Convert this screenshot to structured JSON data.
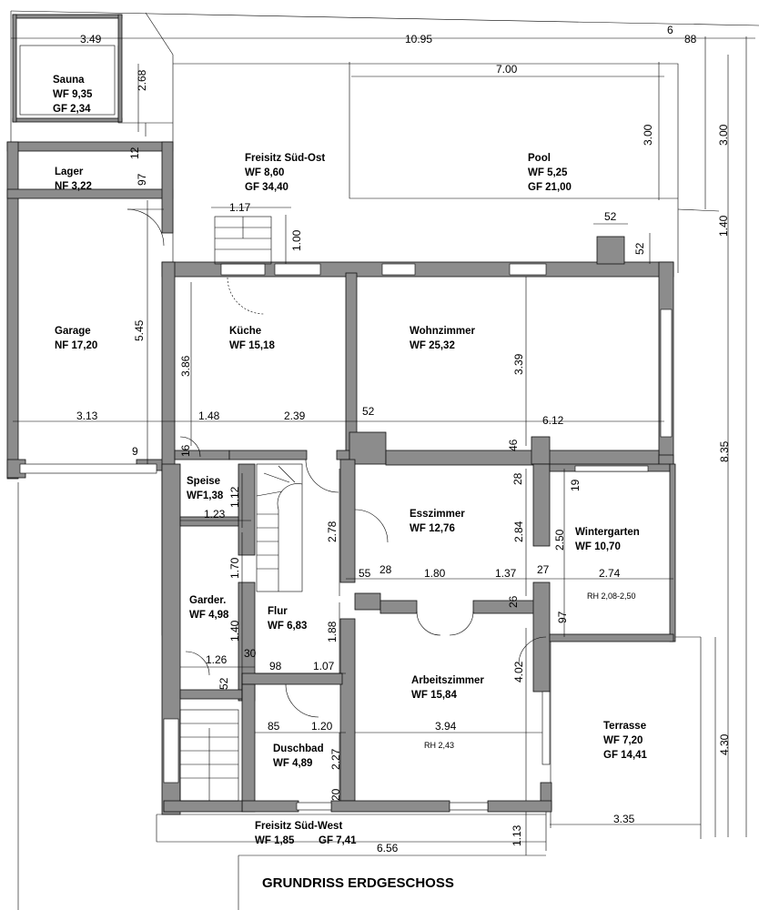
{
  "title": "GRUNDRISS ERDGESCHOSS",
  "rooms": {
    "sauna": {
      "name": "Sauna",
      "l1": "WF 9,35",
      "l2": "GF 2,34"
    },
    "lager": {
      "name": "Lager",
      "l1": "NF 3,22"
    },
    "garage": {
      "name": "Garage",
      "l1": "NF 17,20"
    },
    "freisitz_so": {
      "name": "Freisitz Süd-Ost",
      "l1": "WF  8,60",
      "l2": "GF 34,40"
    },
    "pool": {
      "name": "Pool",
      "l1": "WF  5,25",
      "l2": "GF 21,00"
    },
    "kueche": {
      "name": "Küche",
      "l1": "WF 15,18"
    },
    "wohnzimmer": {
      "name": "Wohnzimmer",
      "l1": "WF 25,32"
    },
    "speise": {
      "name": "Speise",
      "l1": "WF1,38"
    },
    "esszimmer": {
      "name": "Esszimmer",
      "l1": "WF 12,76"
    },
    "wintergarten": {
      "name": "Wintergarten",
      "l1": "WF 10,70",
      "note": "RH  2,08-2,50"
    },
    "garderobe": {
      "name": "Garder.",
      "l1": "WF 4,98"
    },
    "flur": {
      "name": "Flur",
      "l1": "WF 6,83"
    },
    "arbeitszimmer": {
      "name": "Arbeitszimmer",
      "l1": "WF 15,84",
      "note": "RH  2,43"
    },
    "duschbad": {
      "name": "Duschbad",
      "l1": "WF 4,89"
    },
    "terrasse": {
      "name": "Terrasse",
      "l1": "WF  7,20",
      "l2": "GF 14,41"
    },
    "freisitz_sw": {
      "name": "Freisitz Süd-West",
      "l1": "WF 1,85",
      "l2": "GF 7,41"
    }
  },
  "dims": {
    "d_349": "3.49",
    "d_1095": "10.95",
    "d_6": "6",
    "d_88": "88",
    "d_268": "2.68",
    "d_700": "7.00",
    "d_300a": "3.00",
    "d_300b": "3.00",
    "d_12": "12",
    "d_97a": "97",
    "d_117": "1.17",
    "d_100": "1.00",
    "d_52a": "52",
    "d_52b": "52",
    "d_140": "1.40",
    "d_545": "5.45",
    "d_386": "3.86",
    "d_339": "3.39",
    "d_313": "3.13",
    "d_148": "1.48",
    "d_239": "2.39",
    "d_52c": "52",
    "d_612": "6.12",
    "d_835": "8.35",
    "d_9": "9",
    "d_16": "16",
    "d_46": "46",
    "d_28a": "28",
    "d_19": "19",
    "d_112": "1.12",
    "d_123": "1.23",
    "d_278": "2.78",
    "d_284": "2.84",
    "d_250": "2.50",
    "d_55": "55",
    "d_28b": "28",
    "d_180": "1.80",
    "d_137": "1.37",
    "d_27": "27",
    "d_274": "2.74",
    "d_170": "1.70",
    "d_26": "26",
    "d_97b": "97",
    "d_140b": "1.40",
    "d_188": "1.88",
    "d_126": "1.26",
    "d_30": "30",
    "d_98": "98",
    "d_107": "1.07",
    "d_52d": "52",
    "d_402": "4.02",
    "d_85": "85",
    "d_120": "1.20",
    "d_394": "3.94",
    "d_430": "4.30",
    "d_227": "2.27",
    "d_20": "20",
    "d_335": "3.35",
    "d_113": "1.13",
    "d_656": "6.56"
  }
}
